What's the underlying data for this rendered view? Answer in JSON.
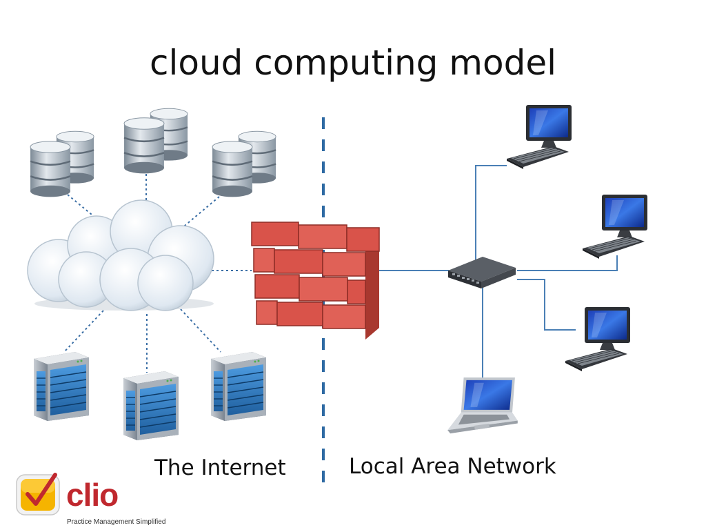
{
  "title": "cloud computing model",
  "zones": {
    "left_label": "The Internet",
    "right_label": "Local Area Network"
  },
  "icons": {
    "database": "database-icon",
    "cloud": "cloud-icon",
    "server": "server-icon",
    "firewall": "firewall-icon",
    "switch": "network-switch-icon",
    "desktop": "desktop-computer-icon",
    "laptop": "laptop-icon"
  },
  "colors": {
    "brick": "#d9534a",
    "divider": "#2e6aa3",
    "lan_line": "#4a7fb5",
    "brand": "#c0282e"
  },
  "logo": {
    "name": "clio",
    "tagline": "Practice Management Simplified"
  }
}
